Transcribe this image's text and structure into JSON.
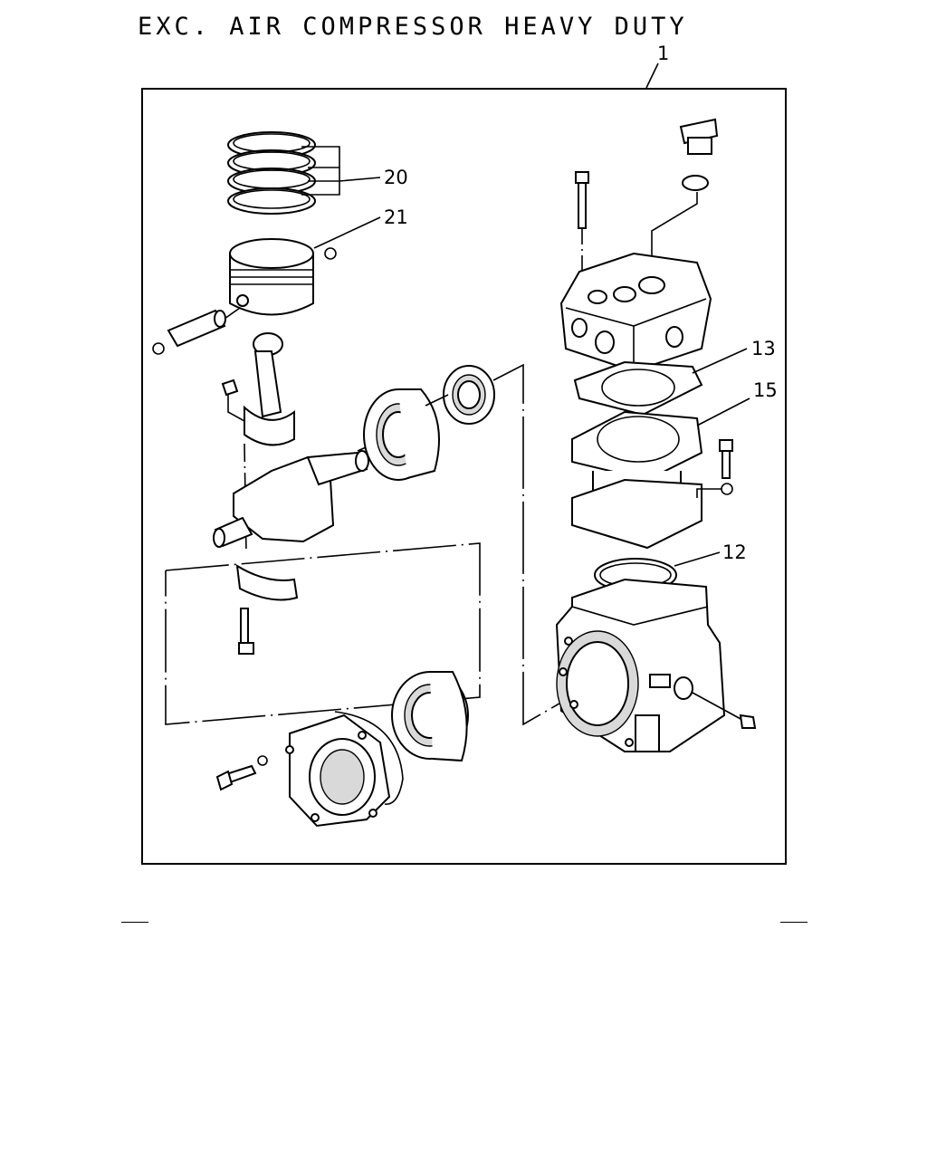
{
  "title": "EXC. AIR COMPRESSOR HEAVY DUTY",
  "callouts": {
    "assembly": "1",
    "piston_rings": "20",
    "piston": "21",
    "head_gasket": "13",
    "cylinder": "15",
    "o_ring": "12"
  }
}
